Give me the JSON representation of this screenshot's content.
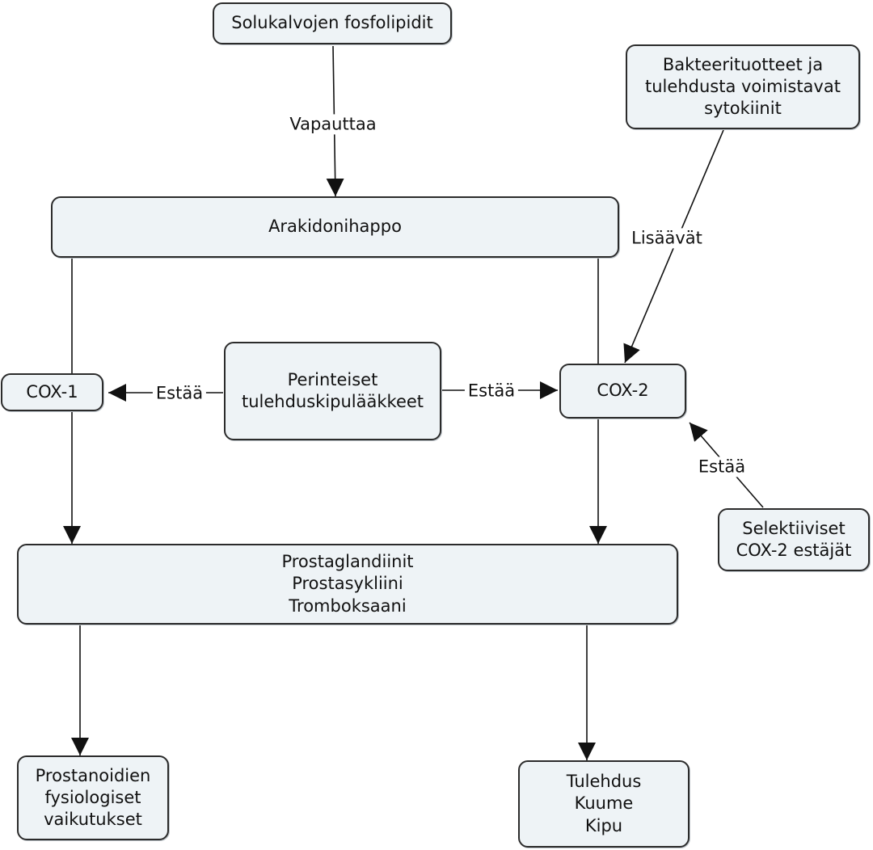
{
  "nodes": {
    "phospholipids": {
      "lines": [
        "Solukalvojen fosfolipidit"
      ]
    },
    "bacterial": {
      "lines": [
        "Bakteerituotteet ja",
        "tulehdusta voimistavat",
        "sytokiinit"
      ]
    },
    "arachidonic": {
      "lines": [
        "Arakidonihappo"
      ]
    },
    "cox1": {
      "lines": [
        "COX-1"
      ]
    },
    "nsaid": {
      "lines": [
        "Perinteiset",
        "tulehduskipulääkkeet"
      ]
    },
    "cox2": {
      "lines": [
        "COX-2"
      ]
    },
    "selective": {
      "lines": [
        "Selektiiviset",
        "COX-2 estäjät"
      ]
    },
    "prostaglandins": {
      "lines": [
        "Prostaglandiinit",
        "Prostasykliini",
        "Tromboksaani"
      ]
    },
    "physiological": {
      "lines": [
        "Prostanoidien",
        "fysiologiset",
        "vaikutukset"
      ]
    },
    "inflammation": {
      "lines": [
        "Tulehdus",
        "Kuume",
        "Kipu"
      ]
    }
  },
  "edge_labels": {
    "releases": "Vapauttaa",
    "increase": "Lisäävät",
    "inhibits_cox1": "Estää",
    "inhibits_cox2": "Estää",
    "inhibits_selective": "Estää"
  },
  "colors": {
    "node_fill": "#eef3f6",
    "stroke": "#2b2b2b"
  }
}
